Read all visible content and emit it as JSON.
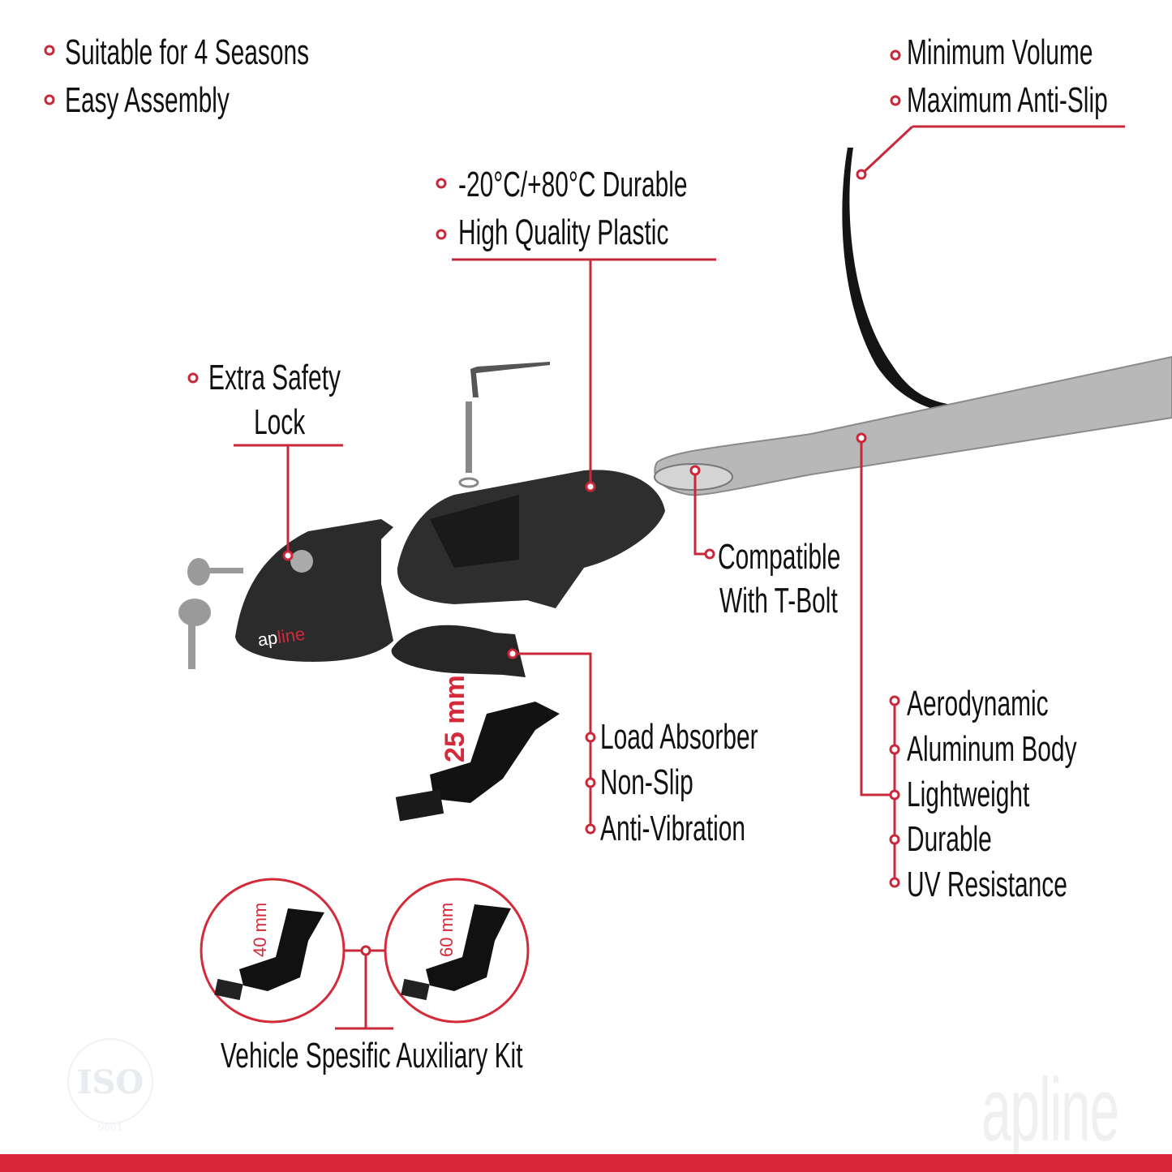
{
  "colors": {
    "accent": "#d42a3a",
    "text": "#111111",
    "product": "#2b2b2b",
    "bar": "#b9b9b9"
  },
  "top_left_features": [
    "Suitable for 4 Seasons",
    "Easy Assembly"
  ],
  "strip_features": [
    "Minimum Volume",
    "Maximum Anti-Slip"
  ],
  "foot_cover_features": [
    "-20°C/+80°C Durable",
    "High Quality Plastic"
  ],
  "lock_feature": {
    "line1": "Extra Safety",
    "line2": "Lock"
  },
  "tbolt_feature": {
    "line1": "Compatible",
    "line2": "With T-Bolt"
  },
  "pad_features": [
    "Load Absorber",
    "Non-Slip",
    "Anti-Vibration"
  ],
  "bar_features": [
    "Aerodynamic",
    "Aluminum Body",
    "Lightweight",
    "Durable",
    "UV Resistance"
  ],
  "pad_size": "25 mm",
  "kit": {
    "label": "Vehicle Spesific Auxiliary Kit",
    "sizes": [
      "40 mm",
      "60 mm"
    ]
  },
  "brand": {
    "logo": "apline",
    "watermark": "apline",
    "iso": "ISO",
    "iso_number": "9001"
  }
}
